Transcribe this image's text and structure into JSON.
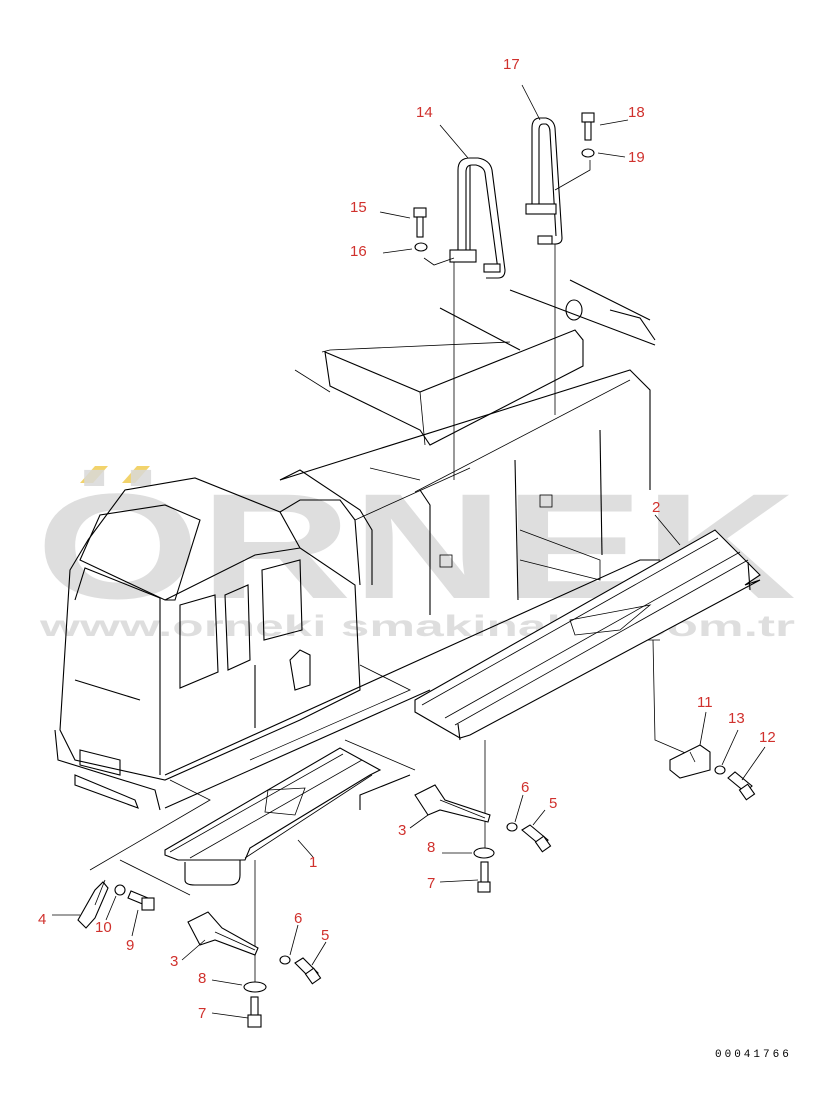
{
  "watermark": {
    "brand": "ÖRNEK",
    "url": "www.orneki smakinalari.com.tr",
    "accent_color": "#f2d36b",
    "text_color": "#d9d9d9"
  },
  "callout_color": "#d0312d",
  "callouts": [
    {
      "id": "c17",
      "label": "17"
    },
    {
      "id": "c18",
      "label": "18"
    },
    {
      "id": "c19",
      "label": "19"
    },
    {
      "id": "c14",
      "label": "14"
    },
    {
      "id": "c15",
      "label": "15"
    },
    {
      "id": "c16",
      "label": "16"
    },
    {
      "id": "c2",
      "label": "2"
    },
    {
      "id": "c11",
      "label": "11"
    },
    {
      "id": "c13",
      "label": "13"
    },
    {
      "id": "c12",
      "label": "12"
    },
    {
      "id": "c6a",
      "label": "6"
    },
    {
      "id": "c5a",
      "label": "5"
    },
    {
      "id": "c3a",
      "label": "3"
    },
    {
      "id": "c8a",
      "label": "8"
    },
    {
      "id": "c7a",
      "label": "7"
    },
    {
      "id": "c1",
      "label": "1"
    },
    {
      "id": "c4",
      "label": "4"
    },
    {
      "id": "c10",
      "label": "10"
    },
    {
      "id": "c9",
      "label": "9"
    },
    {
      "id": "c6b",
      "label": "6"
    },
    {
      "id": "c5b",
      "label": "5"
    },
    {
      "id": "c3b",
      "label": "3"
    },
    {
      "id": "c8b",
      "label": "8"
    },
    {
      "id": "c7b",
      "label": "7"
    }
  ],
  "document_number": "00041766"
}
